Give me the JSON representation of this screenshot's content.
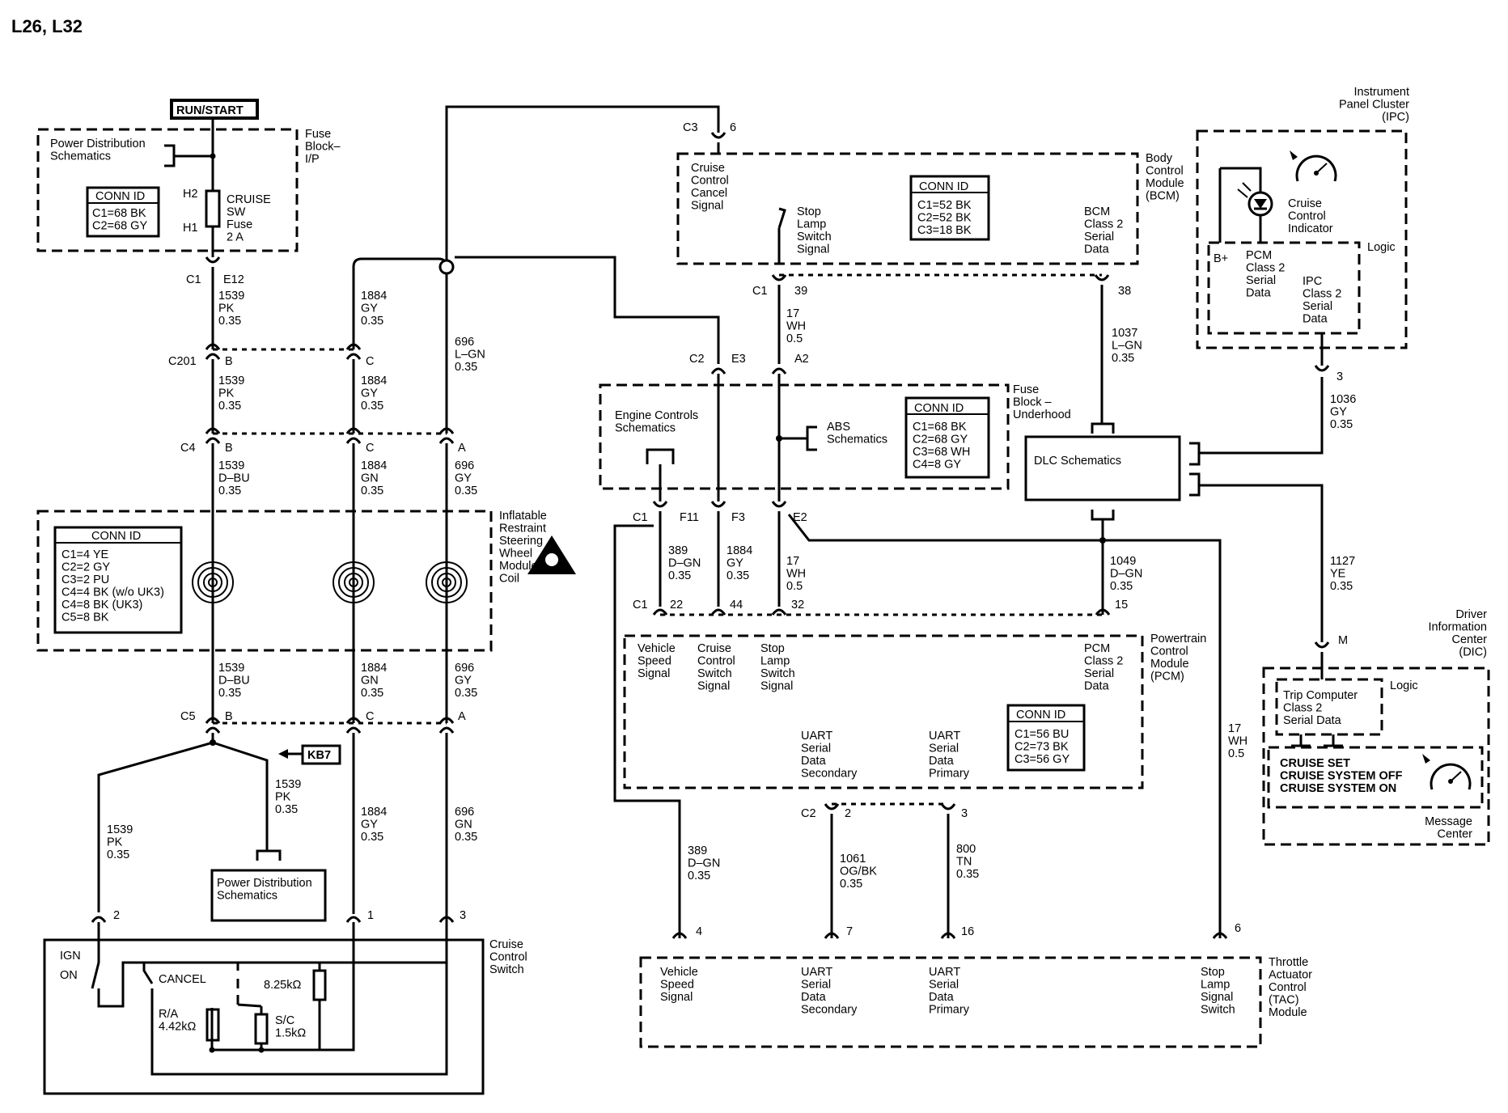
{
  "title": "L26, L32",
  "power": {
    "run_start": "RUN/START"
  },
  "fuse_block_ip": {
    "label": [
      "Fuse",
      "Block–",
      "I/P"
    ],
    "power_distribution": [
      "Power Distribution",
      "Schematics"
    ],
    "conn_id_title": "CONN ID",
    "conn_id": [
      "C1=68 BK",
      "C2=68 GY"
    ],
    "fuse": [
      "CRUISE",
      "SW",
      "Fuse",
      "2 A"
    ],
    "pin_top": "H2",
    "pin_bottom": "H1"
  },
  "connectors": {
    "c1": "C1",
    "e12": "E12",
    "c201": "C201",
    "c4": "C4",
    "c5": "C5",
    "b": "B",
    "c": "C",
    "a": "A",
    "c3": "C3",
    "pin6": "6",
    "c2": "C2",
    "e3": "E3",
    "a2": "A2",
    "pin39": "39",
    "pin38": "38",
    "f11": "F11",
    "f3": "F3",
    "e2": "E2",
    "pin22": "22",
    "pin44": "44",
    "pin32": "32",
    "pin15": "15",
    "pin2": "2",
    "pin3": "3",
    "pin1": "1",
    "pin4": "4",
    "pin7": "7",
    "pin16": "16",
    "pin6b": "6",
    "pin_m": "M",
    "pin3b": "3"
  },
  "wires": {
    "w1539_pk_a": [
      "1539",
      "PK",
      "0.35"
    ],
    "w1539_pk_b": [
      "1539",
      "PK",
      "0.35"
    ],
    "w1539_dbu_a": [
      "1539",
      "D–BU",
      "0.35"
    ],
    "w1539_dbu_b": [
      "1539",
      "D–BU",
      "0.35"
    ],
    "w1539_pk_c": [
      "1539",
      "PK",
      "0.35"
    ],
    "w1539_pk_d": [
      "1539",
      "PK",
      "0.35"
    ],
    "w1884_gy_a": [
      "1884",
      "GY",
      "0.35"
    ],
    "w1884_gy_b": [
      "1884",
      "GY",
      "0.35"
    ],
    "w1884_gn_a": [
      "1884",
      "GN",
      "0.35"
    ],
    "w1884_gn_b": [
      "1884",
      "GN",
      "0.35"
    ],
    "w1884_gy_c": [
      "1884",
      "GY",
      "0.35"
    ],
    "w696_lgn": [
      "696",
      "L–GN",
      "0.35"
    ],
    "w696_gy_a": [
      "696",
      "GY",
      "0.35"
    ],
    "w696_gy_b": [
      "696",
      "GY",
      "0.35"
    ],
    "w696_gn": [
      "696",
      "GN",
      "0.35"
    ],
    "w17_wh_a": [
      "17",
      "WH",
      "0.5"
    ],
    "w17_wh_b": [
      "17",
      "WH",
      "0.5"
    ],
    "w17_wh_c": [
      "17",
      "WH",
      "0.5"
    ],
    "w389_dgn_a": [
      "389",
      "D–GN",
      "0.35"
    ],
    "w389_dgn_b": [
      "389",
      "D–GN",
      "0.35"
    ],
    "w1884_gy_d": [
      "1884",
      "GY",
      "0.35"
    ],
    "w1037_lgn": [
      "1037",
      "L–GN",
      "0.35"
    ],
    "w1049_dgn": [
      "1049",
      "D–GN",
      "0.35"
    ],
    "w1036_gy": [
      "1036",
      "GY",
      "0.35"
    ],
    "w1127_ye": [
      "1127",
      "YE",
      "0.35"
    ],
    "w1061_ogbk": [
      "1061",
      "OG/BK",
      "0.35"
    ],
    "w800_tn": [
      "800",
      "TN",
      "0.35"
    ]
  },
  "airbag_coil": {
    "label": [
      "Inflatable",
      "Restraint",
      "Steering",
      "Wheel",
      "Module",
      "Coil"
    ],
    "conn_id_title": "CONN ID",
    "conn_id": [
      "C1=4 YE",
      "C2=2 GY",
      "C3=2 PU",
      "C4=4 BK (w/o UK3)",
      "C4=8 BK (UK3)",
      "C5=8 BK"
    ]
  },
  "kb7": "KB7",
  "power_distribution_2": [
    "Power Distribution",
    "Schematics"
  ],
  "cruise_switch": {
    "label": [
      "Cruise",
      "Control",
      "Switch"
    ],
    "ign": "IGN",
    "on": "ON",
    "cancel": "CANCEL",
    "r_825": "8.25kΩ",
    "ra": [
      "R/A",
      "4.42kΩ"
    ],
    "sc": [
      "S/C",
      "1.5kΩ"
    ]
  },
  "bcm": {
    "label": [
      "Body",
      "Control",
      "Module",
      "(BCM)"
    ],
    "cancel_signal": [
      "Cruise",
      "Control",
      "Cancel",
      "Signal"
    ],
    "stop_lamp": [
      "Stop",
      "Lamp",
      "Switch",
      "Signal"
    ],
    "conn_id_title": "CONN ID",
    "conn_id": [
      "C1=52 BK",
      "C2=52 BK",
      "C3=18 BK"
    ],
    "serial": [
      "BCM",
      "Class 2",
      "Serial",
      "Data"
    ]
  },
  "fuse_block_uh": {
    "label": [
      "Fuse",
      "Block –",
      "Underhood"
    ],
    "engine_controls": [
      "Engine Controls",
      "Schematics"
    ],
    "abs": [
      "ABS",
      "Schematics"
    ],
    "conn_id_title": "CONN ID",
    "conn_id": [
      "C1=68 BK",
      "C2=68 GY",
      "C3=68 WH",
      "C4=8 GY"
    ]
  },
  "dlc": "DLC Schematics",
  "ipc": {
    "label": [
      "Instrument",
      "Panel Cluster",
      "(IPC)"
    ],
    "indicator": [
      "Cruise",
      "Control",
      "Indicator"
    ],
    "logic": "Logic",
    "bplus": "B+",
    "pcm_serial": [
      "PCM",
      "Class 2",
      "Serial",
      "Data"
    ],
    "ipc_serial": [
      "IPC",
      "Class 2",
      "Serial",
      "Data"
    ]
  },
  "pcm": {
    "label": [
      "Powertrain",
      "Control",
      "Module",
      "(PCM)"
    ],
    "vss": [
      "Vehicle",
      "Speed",
      "Signal"
    ],
    "ccs": [
      "Cruise",
      "Control",
      "Switch",
      "Signal"
    ],
    "sls": [
      "Stop",
      "Lamp",
      "Switch",
      "Signal"
    ],
    "serial": [
      "PCM",
      "Class 2",
      "Serial",
      "Data"
    ],
    "uart_sec": [
      "UART",
      "Serial",
      "Data",
      "Secondary"
    ],
    "uart_pri": [
      "UART",
      "Serial",
      "Data",
      "Primary"
    ],
    "conn_id_title": "CONN ID",
    "conn_id": [
      "C1=56 BU",
      "C2=73 BK",
      "C3=56 GY"
    ]
  },
  "dic": {
    "label": [
      "Driver",
      "Information",
      "Center",
      "(DIC)"
    ],
    "logic": "Logic",
    "trip": [
      "Trip Computer",
      "Class 2",
      "Serial Data"
    ],
    "messages": [
      "CRUISE SET",
      "CRUISE SYSTEM OFF",
      "CRUISE SYSTEM ON"
    ],
    "message_center": [
      "Message",
      "Center"
    ]
  },
  "tac": {
    "label": [
      "Throttle",
      "Actuator",
      "Control",
      "(TAC)",
      "Module"
    ],
    "vss": [
      "Vehicle",
      "Speed",
      "Signal"
    ],
    "uart_sec": [
      "UART",
      "Serial",
      "Data",
      "Secondary"
    ],
    "uart_pri": [
      "UART",
      "Serial",
      "Data",
      "Primary"
    ],
    "stop": [
      "Stop",
      "Lamp",
      "Signal",
      "Switch"
    ]
  }
}
